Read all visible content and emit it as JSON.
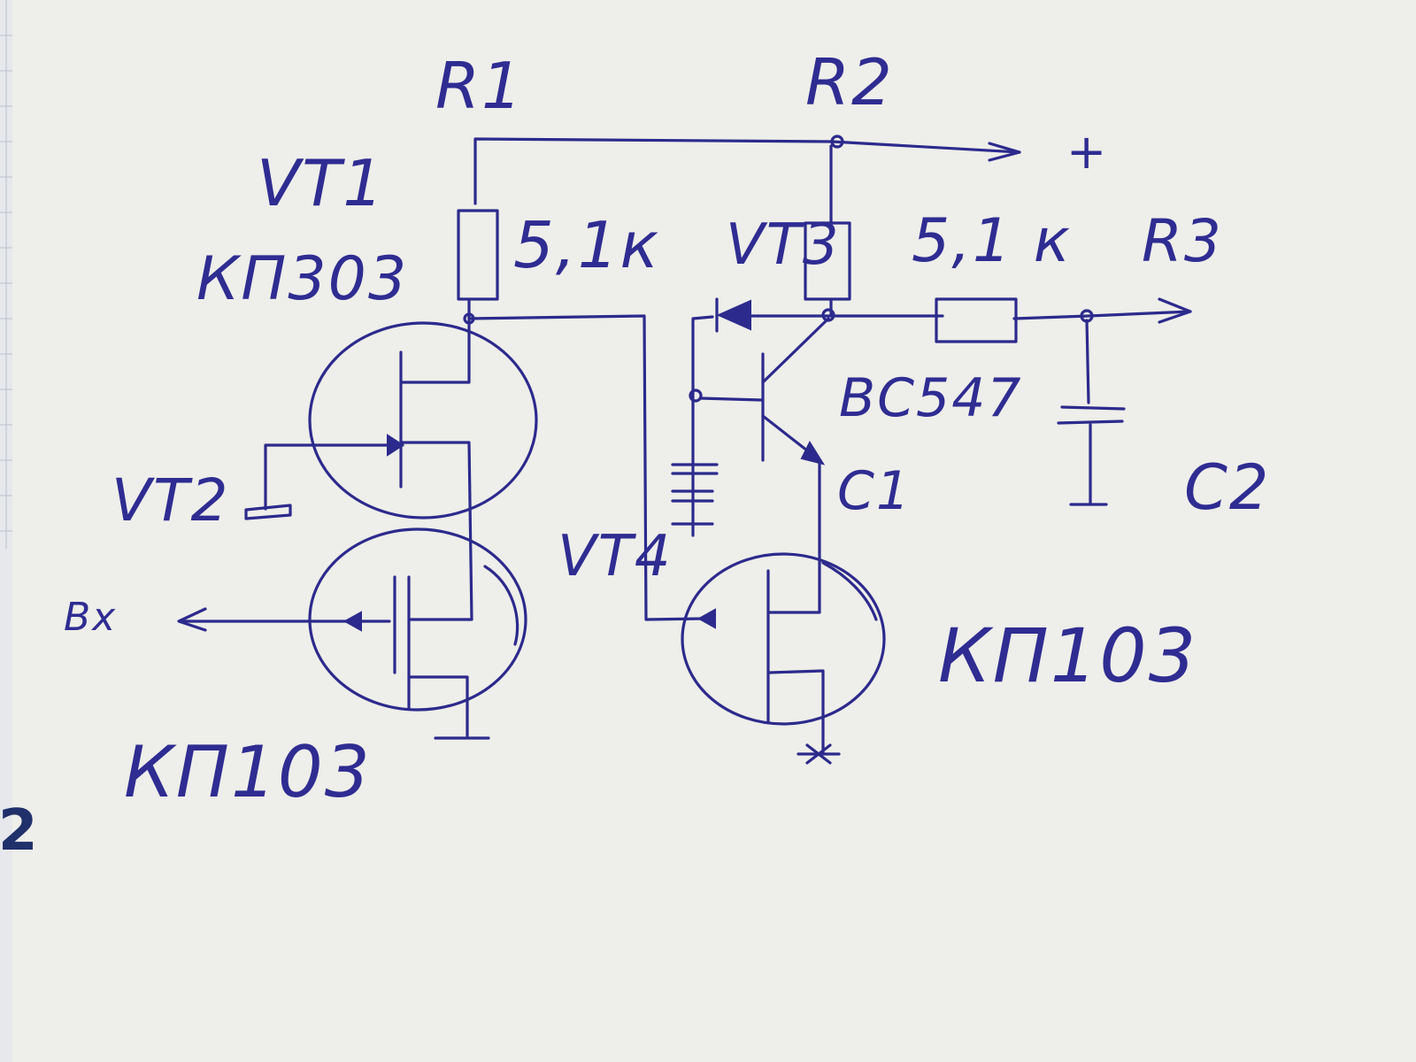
{
  "labels": {
    "r1": "R1",
    "r2": "R2",
    "r3": "R3",
    "vt1": "VT1",
    "vt1_type": "КП303",
    "vt2": "VT2",
    "vt2_type": "КП103",
    "vt3": "VT3",
    "vt3_type": "ВС547",
    "vt4": "VT4",
    "vt4_type": "КП103",
    "r1_value": "5,1к",
    "r3_value": "5,1 к",
    "c1": "С1",
    "c2": "С2",
    "input": "Вх",
    "plus": "+"
  },
  "edge": {
    "digit": "2"
  },
  "colors": {
    "ink": "#2c2a8c",
    "paper": "#eeeeea",
    "grid": "#b9c0cc"
  }
}
